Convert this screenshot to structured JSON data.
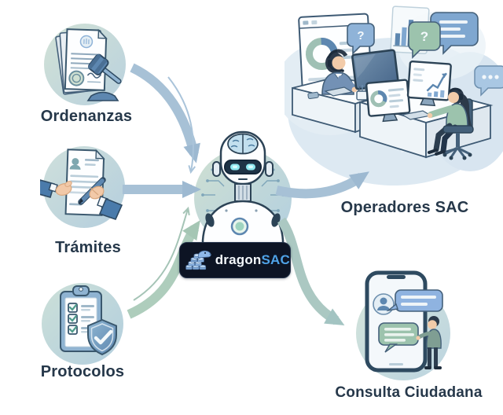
{
  "labels": {
    "ordenanzas": "Ordenanzas",
    "tramites": "Trámites",
    "protocolos": "Protocolos",
    "operadores": "Operadores SAC",
    "consulta": "Consulta Ciudadana"
  },
  "logo": {
    "primary": "dragon",
    "secondary": "SAC",
    "background": "#0d1424",
    "secondary_color": "#4fa3e8"
  },
  "bubbles": {
    "question": "?"
  },
  "colors": {
    "label_text": "#26384a",
    "arrow_blue": "#a7c1d6",
    "arrow_green": "#aecdbc",
    "node_circle_from": "#d2e2d8",
    "node_circle_to": "#b7d0df",
    "outline_dark": "#3a586e",
    "cloud": "#dde9f2"
  }
}
